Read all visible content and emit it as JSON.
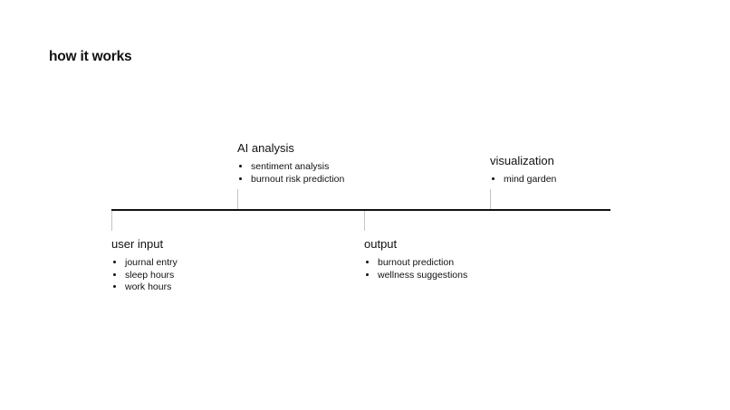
{
  "page": {
    "title": "how it works"
  },
  "timeline": {
    "stages": [
      {
        "title": "user input",
        "items": [
          "journal entry",
          "sleep hours",
          "work hours"
        ]
      },
      {
        "title": "AI analysis",
        "items": [
          "sentiment analysis",
          "burnout risk prediction"
        ]
      },
      {
        "title": "output",
        "items": [
          "burnout prediction",
          "wellness suggestions"
        ]
      },
      {
        "title": "visualization",
        "items": [
          "mind garden"
        ]
      }
    ]
  }
}
